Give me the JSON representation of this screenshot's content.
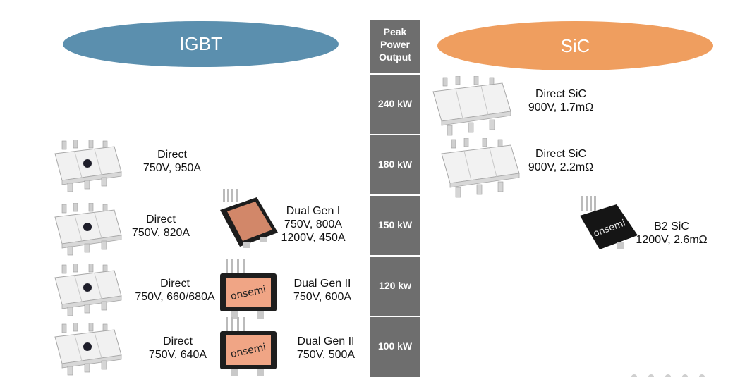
{
  "headers": {
    "igbt": "IGBT",
    "sic": "SiC"
  },
  "power_column": {
    "title_lines": [
      "Peak",
      "Power",
      "Output"
    ],
    "levels": [
      "240 kW",
      "180 kW",
      "150 kW",
      "120 kw",
      "100 kW"
    ]
  },
  "igbt": {
    "direct": [
      {
        "name": "Direct",
        "spec": "750V, 950A"
      },
      {
        "name": "Direct",
        "spec": "750V, 820A"
      },
      {
        "name": "Direct",
        "spec": "750V, 660/680A"
      },
      {
        "name": "Direct",
        "spec": "750V, 640A"
      }
    ],
    "dual": [
      {
        "name": "Dual Gen I",
        "spec1": "750V, 800A",
        "spec2": "1200V, 450A"
      },
      {
        "name": "Dual Gen II",
        "spec1": "750V, 600A"
      },
      {
        "name": "Dual Gen II",
        "spec1": "750V, 500A"
      }
    ]
  },
  "sic": [
    {
      "name": "Direct SiC",
      "spec": "900V, 1.7mΩ"
    },
    {
      "name": "Direct SiC",
      "spec": "900V, 2.2mΩ"
    },
    {
      "name": "B2 SiC",
      "spec": "1200V, 2.6mΩ"
    }
  ],
  "brand": "onsemi",
  "colors": {
    "igbt": "#5b8fae",
    "sic": "#ef9e5f",
    "column": "#6e6e6e",
    "chip_copper": "#d9896a",
    "chip_orange": "#f2a98a"
  }
}
